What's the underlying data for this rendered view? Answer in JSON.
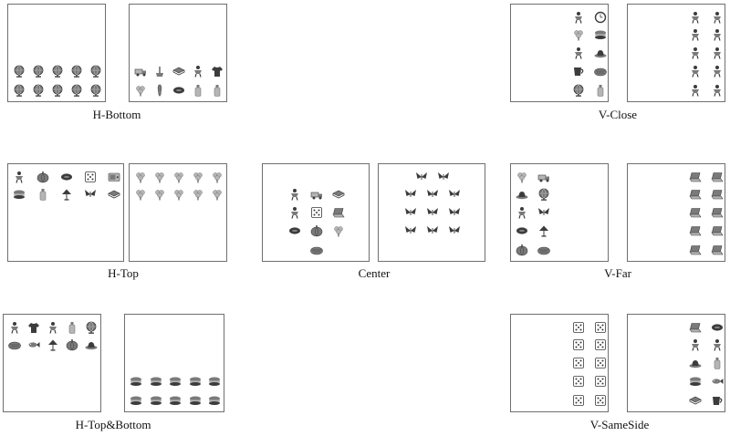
{
  "figure": {
    "groups": [
      {
        "label": "H-Bottom",
        "panels": [
          {
            "rows": [
              [],
              [],
              [],
              [
                "globe",
                "globe",
                "globe",
                "globe",
                "globe"
              ],
              [
                "globe",
                "globe",
                "globe",
                "globe",
                "globe"
              ]
            ]
          },
          {
            "rows": [
              [],
              [],
              [],
              [
                "truck",
                "wand",
                "book",
                "figure",
                "shirt"
              ],
              [
                "flower",
                "tie",
                "football",
                "bottle",
                "bottle"
              ]
            ]
          }
        ]
      },
      {
        "label": "V-Close",
        "panels": [
          {
            "rows": [
              [
                "figure",
                "clock"
              ],
              [
                "flower",
                "sandwich"
              ],
              [
                "figure",
                "hat"
              ],
              [
                "cup",
                "basket"
              ],
              [
                "globe",
                "bottle"
              ]
            ]
          },
          {
            "rows": [
              [
                "figure",
                "figure"
              ],
              [
                "figure",
                "figure"
              ],
              [
                "figure",
                "figure"
              ],
              [
                "figure",
                "figure"
              ],
              [
                "figure",
                "figure"
              ]
            ]
          }
        ]
      },
      {
        "label": "H-Top",
        "panels": [
          {
            "rows": [
              [
                "figure",
                "pumpkin",
                "football",
                "dice",
                "radio"
              ],
              [
                "sandwich",
                "bottle",
                "lamp",
                "butterfly",
                "book"
              ],
              [],
              [],
              []
            ]
          },
          {
            "rows": [
              [
                "flower",
                "flower",
                "flower",
                "flower",
                "flower"
              ],
              [
                "flower",
                "flower",
                "flower",
                "flower",
                "flower"
              ],
              [],
              [],
              []
            ]
          }
        ]
      },
      {
        "label": "Center",
        "panels": [
          {
            "rows": [
              [],
              [
                "figure",
                "truck",
                "book"
              ],
              [
                "figure",
                "dice",
                "laptop"
              ],
              [
                "football",
                "pumpkin",
                "flower"
              ],
              [
                "basket"
              ]
            ]
          },
          {
            "rows": [
              [
                "butterfly",
                "butterfly"
              ],
              [
                "butterfly",
                "butterfly",
                "butterfly"
              ],
              [
                "butterfly",
                "butterfly",
                "butterfly"
              ],
              [
                "butterfly",
                "butterfly",
                "butterfly"
              ],
              []
            ]
          }
        ]
      },
      {
        "label": "V-Far",
        "panels": [
          {
            "rows": [
              [
                "flower",
                "truck"
              ],
              [
                "hat",
                "globe"
              ],
              [
                "figure",
                "butterfly"
              ],
              [
                "football",
                "lamp"
              ],
              [
                "pumpkin",
                "basket"
              ]
            ]
          },
          {
            "rows": [
              [
                "laptop",
                "laptop"
              ],
              [
                "laptop",
                "laptop"
              ],
              [
                "laptop",
                "laptop"
              ],
              [
                "laptop",
                "laptop"
              ],
              [
                "laptop",
                "laptop"
              ]
            ]
          }
        ]
      },
      {
        "label": "H-Top&Bottom",
        "panels": [
          {
            "rows": [
              [
                "figure",
                "shirt",
                "figure",
                "bottle",
                "globe"
              ],
              [
                "basket",
                "fish",
                "lamp",
                "pumpkin",
                "hat"
              ],
              [],
              [],
              []
            ]
          },
          {
            "rows": [
              [],
              [],
              [],
              [
                "sandwich",
                "sandwich",
                "sandwich",
                "sandwich",
                "sandwich"
              ],
              [
                "sandwich",
                "sandwich",
                "sandwich",
                "sandwich",
                "sandwich"
              ]
            ]
          }
        ]
      },
      {
        "label": "V-SameSide",
        "panels": [
          {
            "rows": [
              [
                "dice",
                "dice"
              ],
              [
                "dice",
                "dice"
              ],
              [
                "dice",
                "dice"
              ],
              [
                "dice",
                "dice"
              ],
              [
                "dice",
                "dice"
              ]
            ]
          },
          {
            "rows": [
              [
                "laptop",
                "football"
              ],
              [
                "figure",
                "figure"
              ],
              [
                "hat",
                "bottle"
              ],
              [
                "sandwich",
                "fish"
              ],
              [
                "book",
                "cup"
              ]
            ]
          }
        ]
      }
    ]
  }
}
